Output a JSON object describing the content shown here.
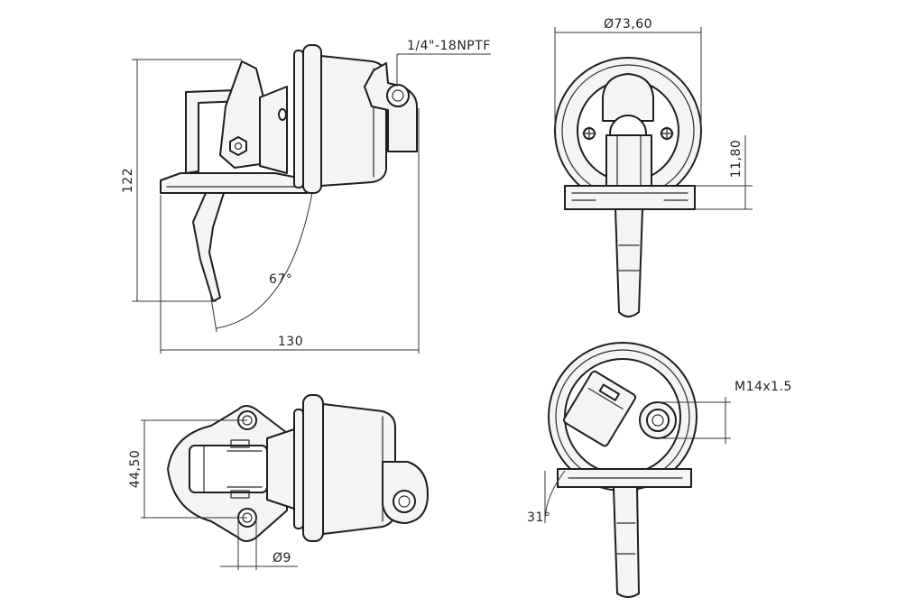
{
  "dimensions": {
    "thread_outlet": "1/4\"-18NPTF",
    "height_total": "122",
    "length_total": "130",
    "lever_angle": "67°",
    "diaphragm_diameter": "Ø73,60",
    "base_height": "11,80",
    "mount_spacing": "44,50",
    "hole_diameter": "Ø9",
    "inlet_thread": "M14x1.5",
    "tilt_angle": "31°"
  },
  "colors": {
    "line": "#1e1e1e",
    "dimension": "#333333",
    "fill": "#f4f4f4"
  }
}
